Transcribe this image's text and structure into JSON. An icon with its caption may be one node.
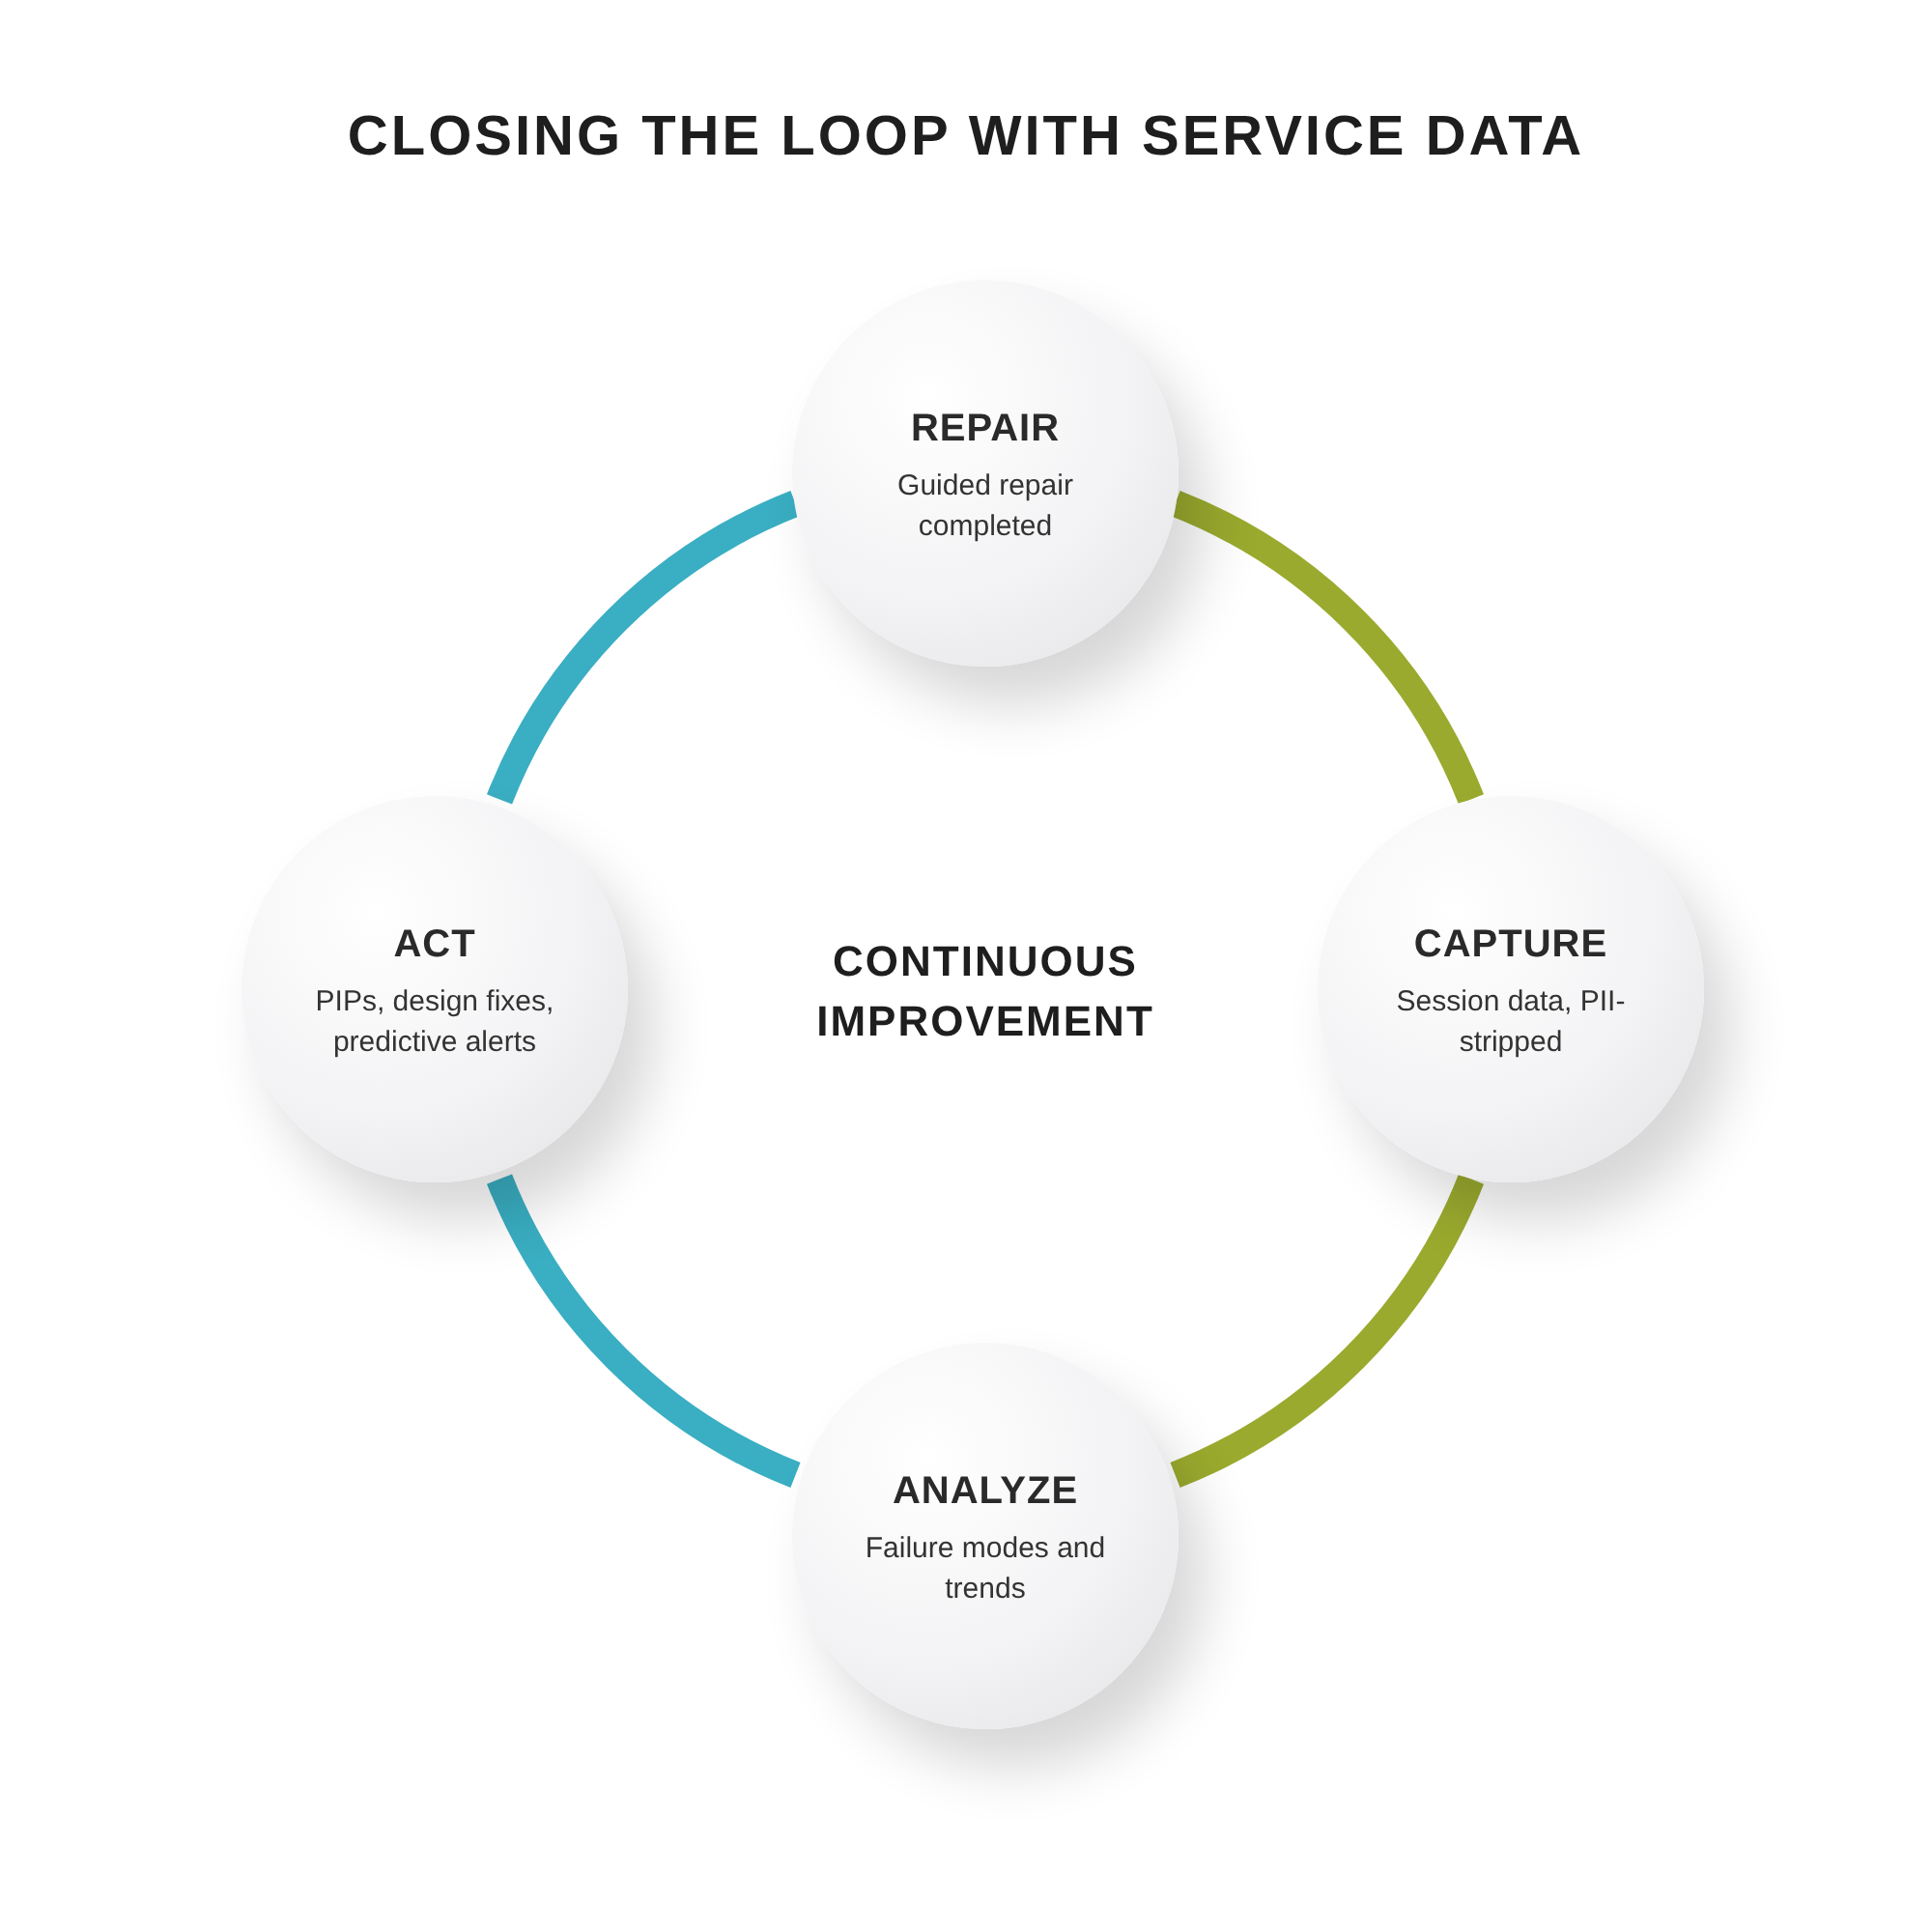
{
  "diagram": {
    "title": "CLOSING THE LOOP WITH SERVICE DATA",
    "nodes": [
      {
        "text": [
          "REPAIR",
          "Guided repair completed"
        ]
      },
      {
        "text": [
          "CAPTURE",
          "Session data, PII-stripped"
        ]
      },
      {
        "text": [
          "ANALYZE",
          "Failure modes and trends"
        ]
      },
      {
        "text": [
          "ACT",
          "PIPs, design fixes, predictive alerts"
        ]
      }
    ],
    "edges": [
      {
        "from": 0,
        "to": 1,
        "arrow": "none",
        "color": "#9aaa2e"
      },
      {
        "from": 1,
        "to": 2,
        "arrow": "none",
        "color": "#9aaa2e"
      },
      {
        "from": 2,
        "to": 3,
        "arrow": "none",
        "color": "#3aaec2"
      },
      {
        "from": 3,
        "to": 0,
        "arrow": "none",
        "color": "#3aaec2"
      }
    ],
    "labels": [
      "CONTINUOUS IMPROVEMENT"
    ]
  }
}
